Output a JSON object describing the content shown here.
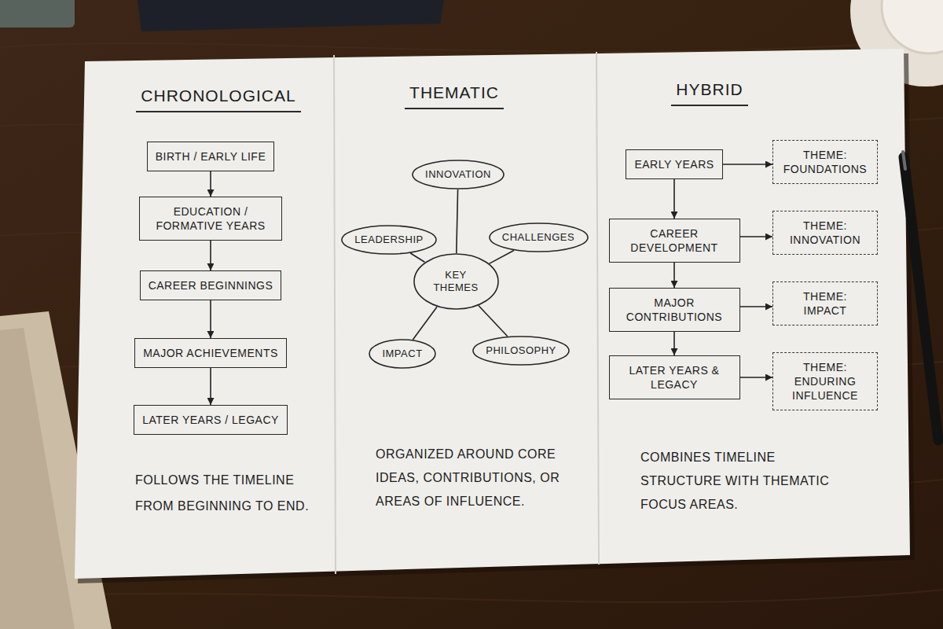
{
  "diagram": {
    "nodes": [
      {
        "text": [
          "CHRONOLOGICAL",
          "FOLLOWS THE TIMELINE FROM BEGINNING TO END."
        ]
      },
      {
        "text": [
          "BIRTH / EARLY LIFE"
        ],
        "in": 0
      },
      {
        "text": [
          "EDUCATION / FORMATIVE YEARS"
        ],
        "in": 0
      },
      {
        "text": [
          "CAREER BEGINNINGS"
        ],
        "in": 0
      },
      {
        "text": [
          "MAJOR ACHIEVEMENTS"
        ],
        "in": 0
      },
      {
        "text": [
          "LATER YEARS / LEGACY"
        ],
        "in": 0
      },
      {
        "text": [
          "THEMATIC",
          "ORGANIZED AROUND CORE IDEAS, CONTRIBUTIONS, OR AREAS OF INFLUENCE."
        ]
      },
      {
        "text": [
          "INNOVATION"
        ],
        "in": 6
      },
      {
        "text": [
          "LEADERSHIP"
        ],
        "in": 6
      },
      {
        "text": [
          "KEY THEMES"
        ],
        "in": 6
      },
      {
        "text": [
          "CHALLENGES"
        ],
        "in": 6
      },
      {
        "text": [
          "IMPACT"
        ],
        "in": 6
      },
      {
        "text": [
          "PHILOSOPHY"
        ],
        "in": 6
      },
      {
        "text": [
          "HYBRID",
          "COMBINES TIMELINE STRUCTURE WITH THEMATIC FOCUS AREAS."
        ]
      },
      {
        "text": [
          "EARLY YEARS"
        ],
        "in": 13
      },
      {
        "text": [
          "THEME: FOUNDATIONS"
        ],
        "in": 13
      },
      {
        "text": [
          "CAREER DEVELOPMENT"
        ],
        "in": 13
      },
      {
        "text": [
          "THEME: INNOVATION"
        ],
        "in": 13
      },
      {
        "text": [
          "MAJOR CONTRIBUTIONS"
        ],
        "in": 13
      },
      {
        "text": [
          "THEME: IMPACT"
        ],
        "in": 13
      },
      {
        "text": [
          "LATER YEARS & LEGACY"
        ],
        "in": 13
      },
      {
        "text": [
          "THEME: ENDURING INFLUENCE"
        ],
        "in": 13
      }
    ],
    "edges": [
      {
        "from": 1,
        "to": 2,
        "arrow": "to"
      },
      {
        "from": 2,
        "to": 3,
        "arrow": "to"
      },
      {
        "from": 3,
        "to": 4,
        "arrow": "to"
      },
      {
        "from": 4,
        "to": 5,
        "arrow": "to"
      },
      {
        "from": 9,
        "to": 7,
        "arrow": "none"
      },
      {
        "from": 9,
        "to": 8,
        "arrow": "none"
      },
      {
        "from": 9,
        "to": 10,
        "arrow": "none"
      },
      {
        "from": 9,
        "to": 11,
        "arrow": "none"
      },
      {
        "from": 9,
        "to": 12,
        "arrow": "none"
      },
      {
        "from": 14,
        "to": 15,
        "arrow": "to"
      },
      {
        "from": 14,
        "to": 16,
        "arrow": "to"
      },
      {
        "from": 16,
        "to": 17,
        "arrow": "to"
      },
      {
        "from": 16,
        "to": 18,
        "arrow": "to"
      },
      {
        "from": 18,
        "to": 19,
        "arrow": "to"
      },
      {
        "from": 18,
        "to": 20,
        "arrow": "to"
      },
      {
        "from": 20,
        "to": 21,
        "arrow": "to"
      }
    ]
  }
}
